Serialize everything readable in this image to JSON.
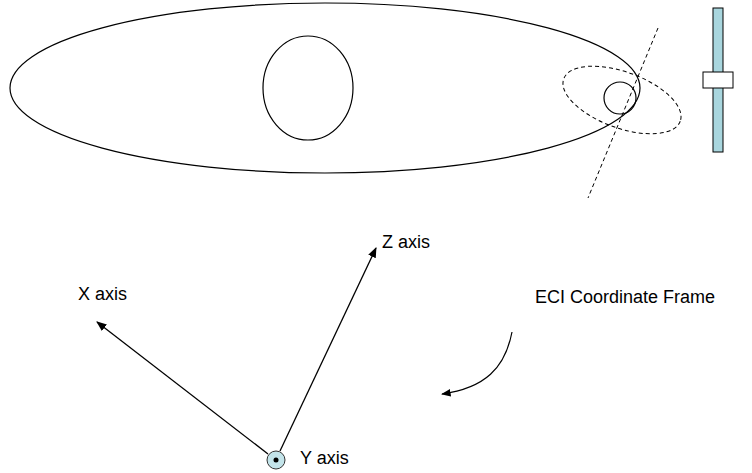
{
  "diagram": {
    "labels": [
      "Z axis",
      "X axis",
      "Y axis",
      "ECI Coordinate Frame"
    ]
  }
}
